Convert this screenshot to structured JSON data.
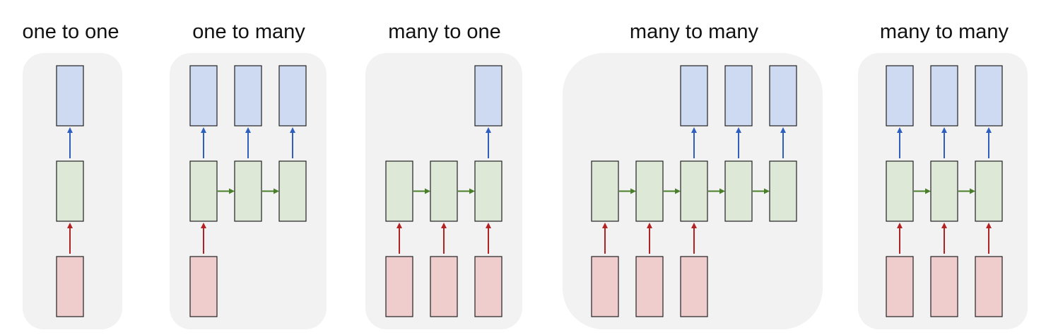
{
  "colors": {
    "panel_fill": "#f2f2f2",
    "input_fill": "#efcdcd",
    "hidden_fill": "#dde8d6",
    "output_fill": "#cddaf2",
    "box_stroke": "#222222",
    "input_arrow": "#b32222",
    "recurrent_arrow": "#4a7f2a",
    "output_arrow": "#2f5fbe"
  },
  "panels": [
    {
      "title": "one to one",
      "steps": 1,
      "inputs": [
        true
      ],
      "outputs": [
        true
      ]
    },
    {
      "title": "one to many",
      "steps": 3,
      "inputs": [
        true,
        false,
        false
      ],
      "outputs": [
        true,
        true,
        true
      ]
    },
    {
      "title": "many to one",
      "steps": 3,
      "inputs": [
        true,
        true,
        true
      ],
      "outputs": [
        false,
        false,
        true
      ]
    },
    {
      "title": "many to many",
      "steps": 5,
      "inputs": [
        true,
        true,
        true,
        false,
        false
      ],
      "outputs": [
        false,
        false,
        true,
        true,
        true
      ]
    },
    {
      "title": "many to many",
      "steps": 3,
      "inputs": [
        true,
        true,
        true
      ],
      "outputs": [
        true,
        true,
        true
      ]
    }
  ]
}
